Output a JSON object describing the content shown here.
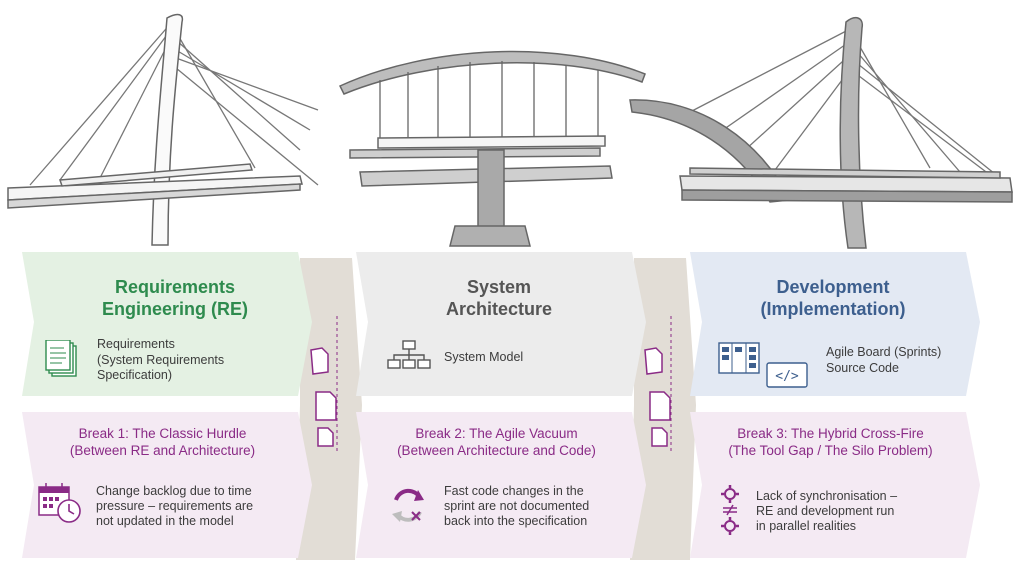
{
  "stages": [
    {
      "title_line1": "Requirements",
      "title_line2": "Engineering (RE)",
      "artifact_lines": [
        "Requirements",
        "(System Requirements",
        "Specification)"
      ],
      "icon": "document-stack-icon",
      "color": "#2e8b4e",
      "bg": "#e4f1e3"
    },
    {
      "title_line1": "System",
      "title_line2": "Architecture",
      "artifact_lines": [
        "System Model"
      ],
      "icon": "hierarchy-diagram-icon",
      "color": "#555555",
      "bg": "#ececec"
    },
    {
      "title_line1": "Development",
      "title_line2": "(Implementation)",
      "artifact_lines": [
        "Agile Board (Sprints)",
        "Source Code"
      ],
      "icon": "kanban-board-icon",
      "icon2": "code-brackets-icon",
      "color": "#3d5f8e",
      "bg": "#e3e9f3"
    }
  ],
  "breaks": [
    {
      "title_line1": "Break 1: The Classic Hurdle",
      "title_line2": "(Between RE and Architecture)",
      "text_lines": [
        "Change backlog due to time",
        "pressure – requirements are",
        "not updated in the model"
      ],
      "icon": "calendar-clock-icon"
    },
    {
      "title_line1": "Break 2: The Agile Vacuum",
      "title_line2": "(Between Architecture and Code)",
      "text_lines": [
        "Fast code changes in the",
        "sprint are not documented",
        "back into the specification"
      ],
      "icon": "sync-error-icon"
    },
    {
      "title_line1": "Break 3: The Hybrid Cross-Fire",
      "title_line2": "(The Tool Gap / The Silo Problem)",
      "text_lines": [
        "Lack of synchronisation –",
        "RE and development run",
        "in parallel realities"
      ],
      "icon": "gears-disconnected-icon"
    }
  ],
  "colors": {
    "break_accent": "#8a2b86",
    "break_bg": "#f4eaf3",
    "gap_bg": "#e2ddd6",
    "bridge_stroke": "#666666",
    "bridge_fill": "#dcdcdc"
  }
}
